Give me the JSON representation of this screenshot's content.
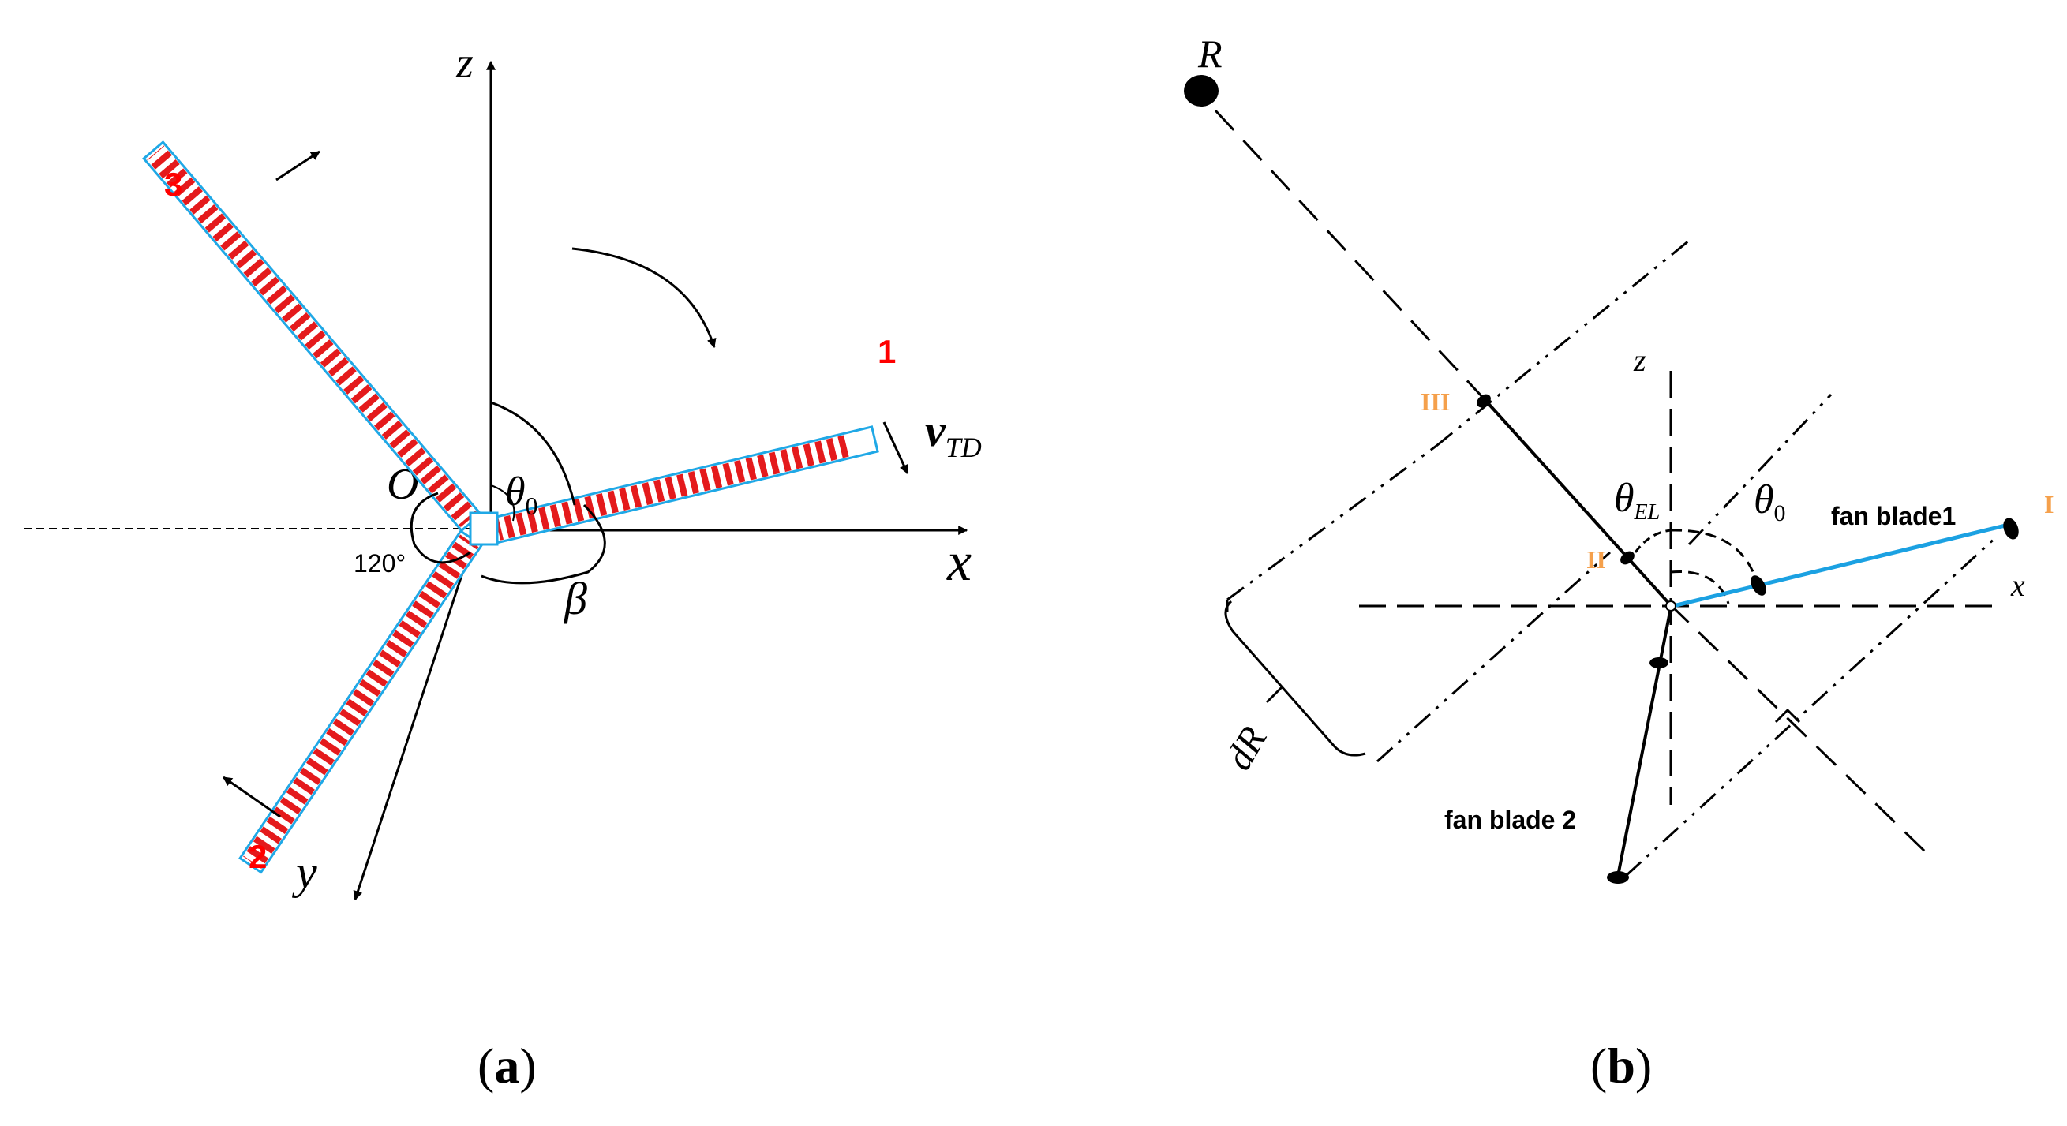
{
  "panel_a": {
    "caption_open": "(",
    "caption_letter": "a",
    "caption_close": ")",
    "axis_z": "z",
    "axis_x": "x",
    "axis_y": "y",
    "origin": "O",
    "theta0_main": "θ",
    "theta0_sub": "0",
    "beta": "β",
    "angle_120": "120°",
    "velocity_main": "v",
    "velocity_sub": "TD",
    "blade_1": "1",
    "blade_2": "2",
    "blade_3": "3",
    "colors": {
      "blade_fill": "#e41a1c",
      "blade_outline": "#1fa8e6",
      "blade_number": "#ff0000"
    }
  },
  "panel_b": {
    "caption_open": "(",
    "caption_letter": "b",
    "caption_close": ")",
    "radar": "R",
    "axis_z": "z",
    "axis_x": "x",
    "theta_el_main": "θ",
    "theta_el_sub": "EL",
    "theta0_main": "θ",
    "theta0_sub": "0",
    "dR": "dR",
    "point_I": "I",
    "point_II": "II",
    "point_III": "III",
    "fan_blade_1": "fan blade1",
    "fan_blade_2": "fan blade 2",
    "colors": {
      "blade_line": "#1ba1e2",
      "point_label": "#f5a04b"
    }
  }
}
